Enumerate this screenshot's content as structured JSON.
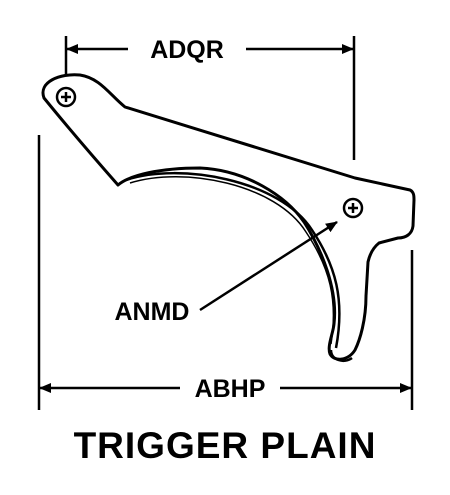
{
  "diagram": {
    "title": "TRIGGER PLAIN",
    "dimensions": {
      "top_width": "ADQR",
      "overall_width": "ABHP",
      "pivot_hole_callout": "ANMD"
    },
    "colors": {
      "line": "#000000",
      "background": "#ffffff"
    }
  }
}
